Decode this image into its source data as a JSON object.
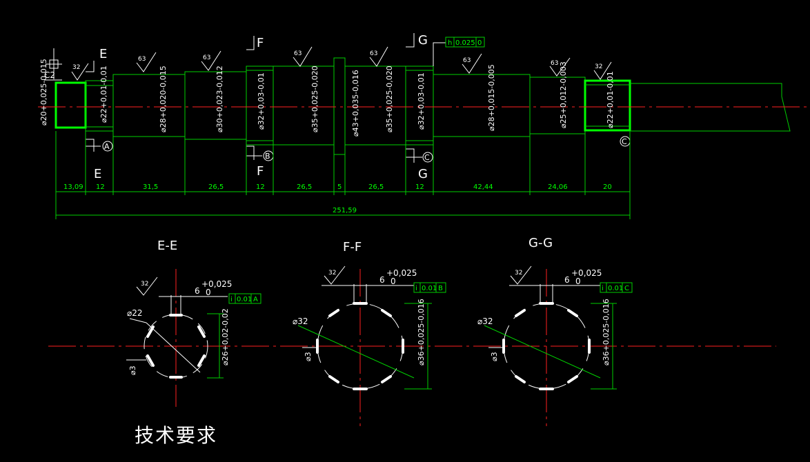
{
  "segments": [
    {
      "d": "⌀20+0,025-0,015",
      "len": "13,09"
    },
    {
      "d": "⌀22+0,01-0,01",
      "len": "12"
    },
    {
      "d": "⌀28+0,020-0,015",
      "len": "31,5"
    },
    {
      "d": "⌀30+0,023-0,012",
      "len": "26,5"
    },
    {
      "d": "⌀32+0,03-0,01",
      "len": "12"
    },
    {
      "d": "⌀35+0,025-0,020",
      "len": "26,5"
    },
    {
      "d": "⌀43+0,035-0,016",
      "len": "5"
    },
    {
      "d": "⌀35+0,025-0,020",
      "len": "26,5"
    },
    {
      "d": "⌀32+0,03-0,01",
      "len": "12"
    },
    {
      "d": "⌀28+0,015-0,005",
      "len": "42,44"
    },
    {
      "d": "⌀25+0,012-0,003",
      "len": "24,06"
    },
    {
      "d": "⌀22+0,01-0,01",
      "len": "20"
    }
  ],
  "total_length": "251,59",
  "roughness": {
    "r32": "32",
    "r63": "63"
  },
  "chamfer": "C2",
  "datums": {
    "a": "A",
    "b": "B",
    "c": "C"
  },
  "section_marks": {
    "e": "E",
    "f": "F",
    "g": "G"
  },
  "top_tolerance": {
    "sym": "h",
    "val": "0.025",
    "ref": "0"
  },
  "sections": [
    {
      "title": "E-E",
      "key_width": "6",
      "tol_up": "+0,025",
      "tol_low": "0",
      "frame_sym": "i",
      "frame_val": "0.01",
      "frame_ref": "A",
      "inner_d": "⌀22",
      "outer_d": "⌀26+0,02-0,02",
      "small": "⌀3",
      "roughness": "32"
    },
    {
      "title": "F-F",
      "key_width": "6",
      "tol_up": "+0,025",
      "tol_low": "0",
      "frame_sym": "i",
      "frame_val": "0.01",
      "frame_ref": "B",
      "inner_d": "⌀32",
      "outer_d": "⌀36+0,025-0,016",
      "small": "⌀3",
      "roughness": "32"
    },
    {
      "title": "G-G",
      "key_width": "6",
      "tol_up": "+0,025",
      "tol_low": "0",
      "frame_sym": "i",
      "frame_val": "0.01",
      "frame_ref": "C",
      "inner_d": "⌀32",
      "outer_d": "⌀36+0,025-0,016",
      "small": "⌀3",
      "roughness": "32"
    }
  ],
  "requirements_title": "技术要求"
}
